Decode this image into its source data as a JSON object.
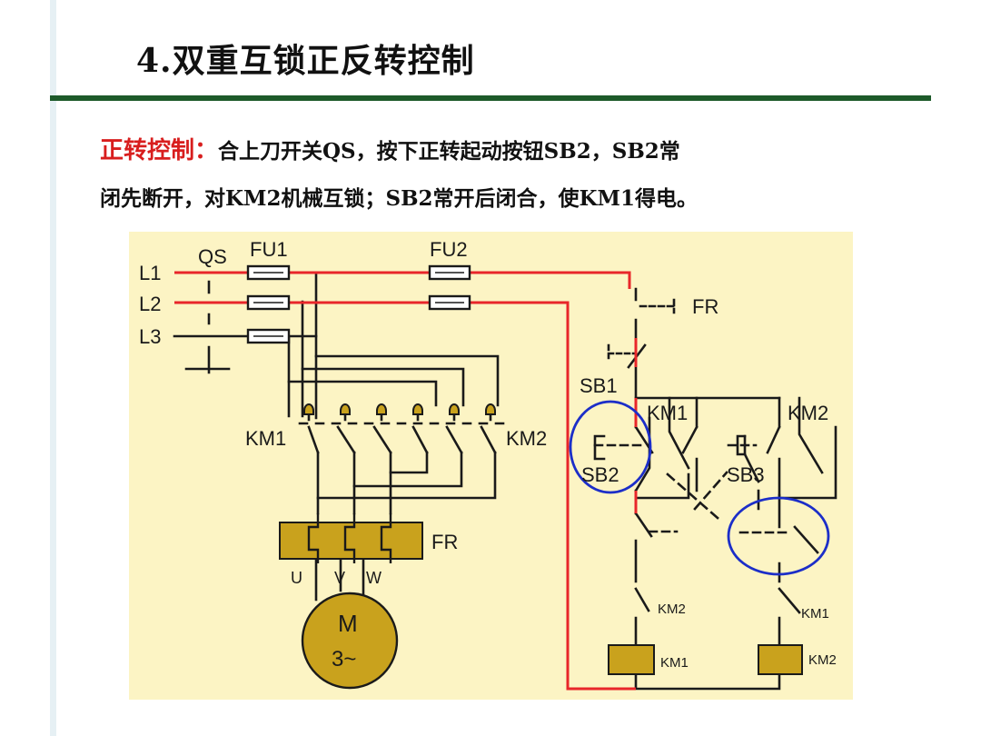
{
  "slide": {
    "title": "4.双重互锁正反转控制",
    "lead": "正转控制：",
    "description_line1": "合上刀开关QS，按下正转起动按钮SB2，SB2常",
    "description_line2": "闭先断开，对KM2机械互锁；SB2常开后闭合，使KM1得电。"
  },
  "diagram": {
    "labels": {
      "qs": "QS",
      "fu1": "FU1",
      "fu2": "FU2",
      "l1": "L1",
      "l2": "L2",
      "l3": "L3",
      "km1_main": "KM1",
      "km2_main": "KM2",
      "fr_main": "FR",
      "fr_ctrl": "FR",
      "u": "U",
      "v": "V",
      "w": "W",
      "motor_m": "M",
      "motor_3": "3~",
      "sb1": "SB1",
      "sb2": "SB2",
      "sb3": "SB3",
      "km1_aux": "KM1",
      "km2_aux": "KM2",
      "km2_nc": "KM2",
      "km1_nc": "KM1",
      "km1_coil": "KM1",
      "km2_coil": "KM2"
    },
    "colors": {
      "background": "#fcf4c4",
      "live_wire": "#e8262a",
      "wire": "#1a1a1a",
      "component_fill": "#c9a21d",
      "highlight_circle": "#1c2ec8"
    }
  }
}
